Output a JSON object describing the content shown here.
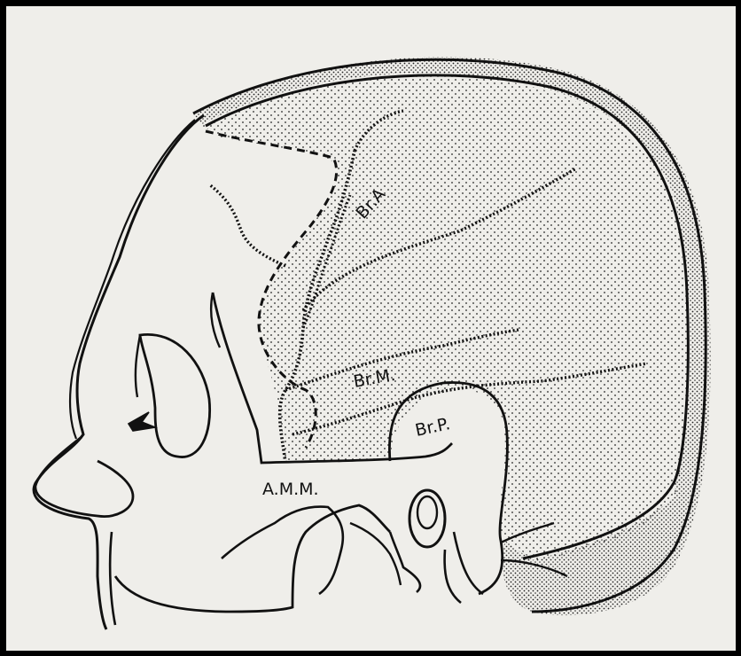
{
  "figure": {
    "subject": "Lateral view of the skull showing the middle meningeal artery and its branches",
    "labels": {
      "anterior_branch": "Br.A",
      "middle_branch": "Br.M.",
      "posterior_branch": "Br.P.",
      "artery_origin": "A.M.M."
    },
    "colors": {
      "paper": "#efeeea",
      "ink": "#111111",
      "frame": "#000000"
    }
  }
}
